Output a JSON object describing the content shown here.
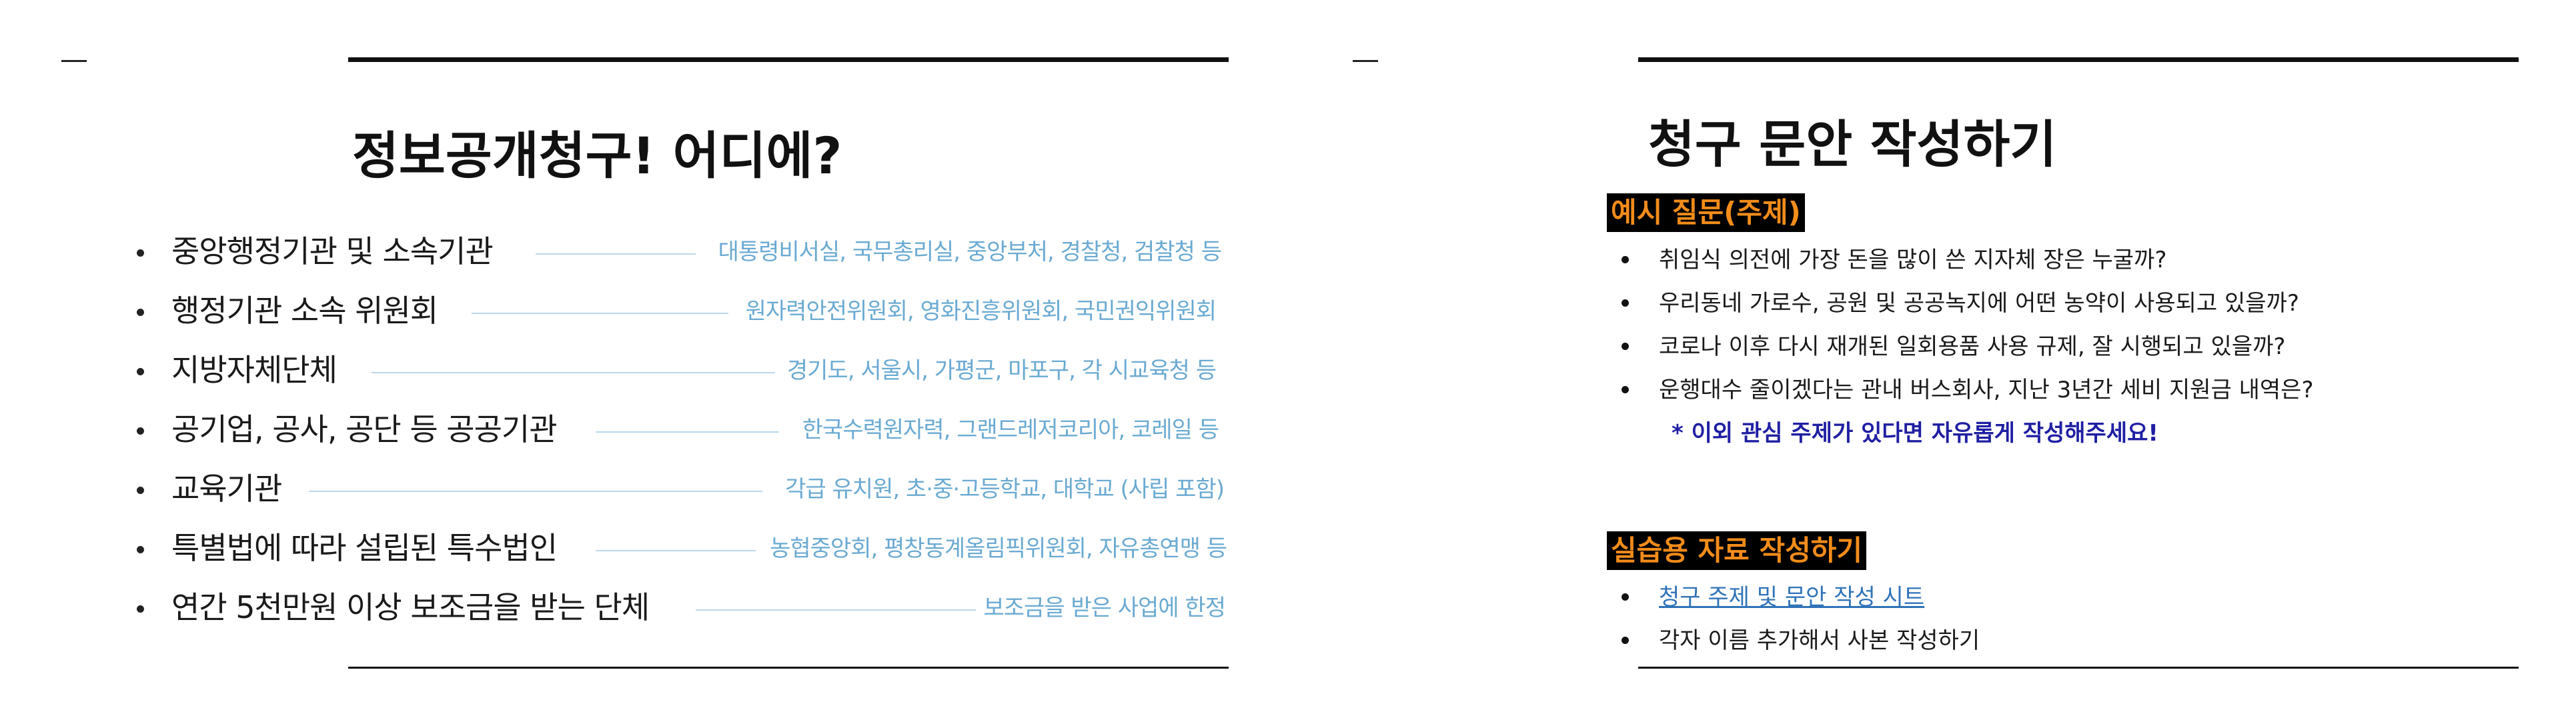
{
  "left_slide": {
    "title": "정보공개청구! 어디에?",
    "items": [
      {
        "label": "중앙행정기관 및 소속기관",
        "example": "대통령비서실, 국무총리실, 중앙부처, 경찰청, 검찰청 등"
      },
      {
        "label": "행정기관 소속 위원회",
        "example": "원자력안전위원회, 영화진흥위원회, 국민권익위원회"
      },
      {
        "label": "지방자체단체",
        "example": "경기도, 서울시, 가평군, 마포구, 각 시교육청 등"
      },
      {
        "label": "공기업, 공사, 공단 등 공공기관",
        "example": "한국수력원자력, 그랜드레저코리아, 코레일 등"
      },
      {
        "label": "교육기관",
        "example": "각급 유치원, 초·중·고등학교, 대학교 (사립 포함)"
      },
      {
        "label": "특별법에 따라 설립된 특수법인",
        "example": "농협중앙회, 평창동계올림픽위원회, 자유총연맹 등"
      },
      {
        "label": "연간 5천만원 이상 보조금을 받는 단체",
        "example": "보조금을 받은 사업에 한정"
      }
    ]
  },
  "right_slide": {
    "title": "청구 문안 작성하기",
    "examples_heading": "예시 질문(주제)",
    "questions": [
      "취임식 의전에 가장 돈을 많이 쓴 지자체 장은 누굴까?",
      "우리동네 가로수, 공원 및 공공녹지에 어떤 농약이 사용되고 있을까?",
      "코로나 이후 다시 재개된 일회용품 사용 규제, 잘 시행되고 있을까?",
      "운행대수 줄이겠다는 관내 버스회사, 지난 3년간 세비 지원금 내역은?"
    ],
    "note": "* 이외 관심 주제가 있다면 자유롭게 작성해주세요!",
    "practice_heading": "실습용 자료 작성하기",
    "practice_link": "청구 주제 및 문안 작성 시트",
    "practice_instruction": "각자 이름 추가해서 사본 작성하기"
  },
  "colors": {
    "accent_orange": "#f28c1a",
    "highlight_black": "#000000",
    "example_blue": "#6aaad2",
    "note_navy": "#1f1fa3",
    "link_blue": "#2f73b8"
  }
}
